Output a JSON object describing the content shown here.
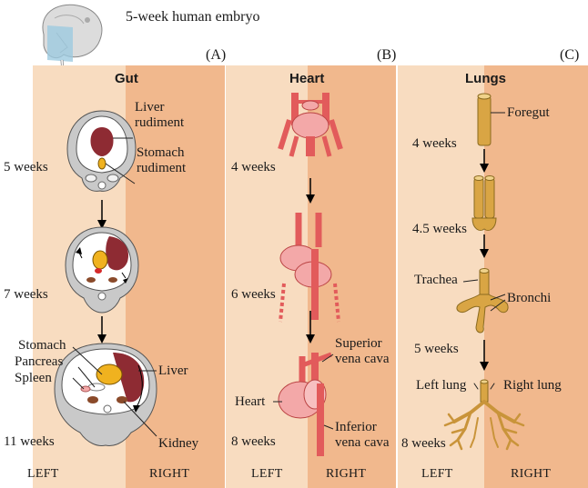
{
  "header": {
    "embryo_label": "5-week human embryo"
  },
  "colors": {
    "left_bg": "#f8dcc0",
    "right_bg": "#f1b88d",
    "heart_red": "#e25b5b",
    "heart_pink": "#f3a8a8",
    "liver": "#8e2b33",
    "stomach": "#f0b21f",
    "lung": "#d9a544",
    "kidney": "#8a4a2a",
    "section_grey": "#c9c9c9"
  },
  "panels": [
    {
      "letter": "(A)",
      "title": "Gut",
      "stages": [
        "5 weeks",
        "7 weeks",
        "11 weeks"
      ],
      "labels": [
        "Liver rudiment",
        "Stomach rudiment",
        "Stomach",
        "Pancreas",
        "Spleen",
        "Liver",
        "Kidney"
      ],
      "label_lines": {
        "liver_rudiment": [
          "Liver",
          "rudiment"
        ],
        "stomach_rudiment": [
          "Stomach",
          "rudiment"
        ]
      },
      "left": "LEFT",
      "right": "RIGHT"
    },
    {
      "letter": "(B)",
      "title": "Heart",
      "stages": [
        "4 weeks",
        "6 weeks",
        "8 weeks"
      ],
      "labels": [
        "Superior vena cava",
        "Heart",
        "Inferior vena cava"
      ],
      "label_lines": {
        "superior": [
          "Superior",
          "vena cava"
        ],
        "inferior": [
          "Inferior",
          "vena cava"
        ]
      },
      "left": "LEFT",
      "right": "RIGHT"
    },
    {
      "letter": "(C)",
      "title": "Lungs",
      "stages": [
        "4 weeks",
        "4.5 weeks",
        "5 weeks",
        "8 weeks"
      ],
      "labels": [
        "Foregut",
        "Trachea",
        "Bronchi",
        "Left lung",
        "Right lung"
      ],
      "left": "LEFT",
      "right": "RIGHT"
    }
  ]
}
